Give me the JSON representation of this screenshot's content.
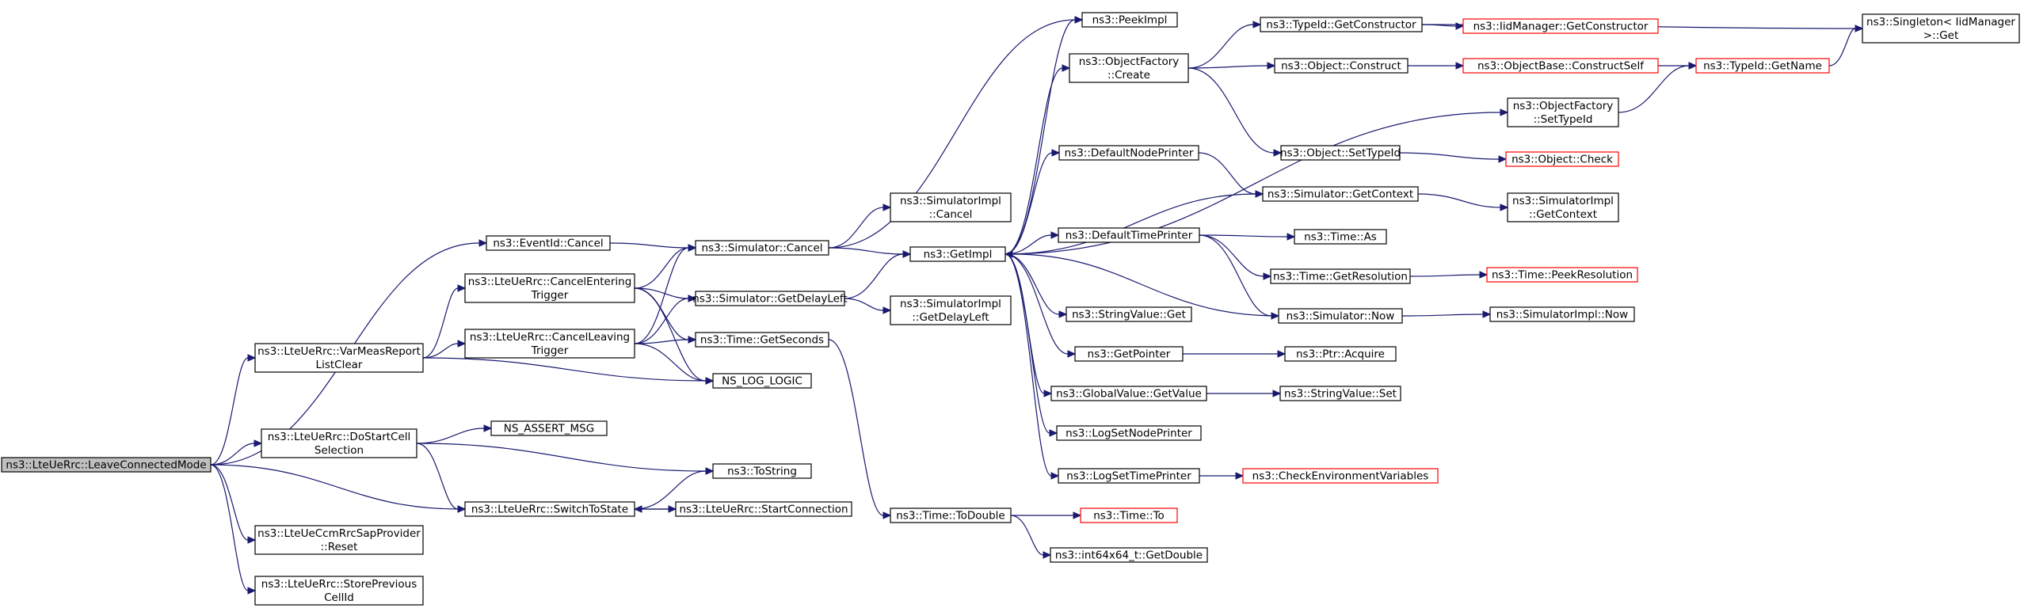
{
  "colors": {
    "edge": "#191970",
    "node_border": "#000000",
    "node_border_truncated": "#ff0000",
    "root_fill": "#bfbfbf",
    "node_fill": "#ffffff"
  },
  "nodes": [
    {
      "id": "root",
      "lines": [
        "ns3::LteUeRrc::LeaveConnectedMode"
      ],
      "root": true
    },
    {
      "id": "evcancel",
      "lines": [
        "ns3::EventId::Cancel"
      ]
    },
    {
      "id": "cancelEntering",
      "lines": [
        "ns3::LteUeRrc::CancelEntering",
        "Trigger"
      ]
    },
    {
      "id": "varMeas",
      "lines": [
        "ns3::LteUeRrc::VarMeasReport",
        "ListClear"
      ]
    },
    {
      "id": "cancelLeaving",
      "lines": [
        "ns3::LteUeRrc::CancelLeaving",
        "Trigger"
      ]
    },
    {
      "id": "doStart",
      "lines": [
        "ns3::LteUeRrc::DoStartCell",
        "Selection"
      ]
    },
    {
      "id": "switchTo",
      "lines": [
        "ns3::LteUeRrc::SwitchToState"
      ]
    },
    {
      "id": "ccmReset",
      "lines": [
        "ns3::LteUeCcmRrcSapProvider",
        "::Reset"
      ]
    },
    {
      "id": "storePrev",
      "lines": [
        "ns3::LteUeRrc::StorePrevious",
        "CellId"
      ]
    },
    {
      "id": "simCancel",
      "lines": [
        "ns3::Simulator::Cancel"
      ]
    },
    {
      "id": "simDelay",
      "lines": [
        "ns3::Simulator::GetDelayLeft"
      ]
    },
    {
      "id": "getSeconds",
      "lines": [
        "ns3::Time::GetSeconds"
      ]
    },
    {
      "id": "nslog",
      "lines": [
        "NS_LOG_LOGIC"
      ]
    },
    {
      "id": "nsassert",
      "lines": [
        "NS_ASSERT_MSG"
      ]
    },
    {
      "id": "tostring",
      "lines": [
        "ns3::ToString"
      ]
    },
    {
      "id": "startConn",
      "lines": [
        "ns3::LteUeRrc::StartConnection"
      ]
    },
    {
      "id": "toDouble",
      "lines": [
        "ns3::Time::ToDouble"
      ]
    },
    {
      "id": "peekImpl",
      "lines": [
        "ns3::PeekImpl"
      ]
    },
    {
      "id": "objFactCreate",
      "lines": [
        "ns3::ObjectFactory",
        "::Create"
      ]
    },
    {
      "id": "simImplCancel",
      "lines": [
        "ns3::SimulatorImpl",
        "::Cancel"
      ]
    },
    {
      "id": "getImpl",
      "lines": [
        "ns3::GetImpl"
      ]
    },
    {
      "id": "simImplDelay",
      "lines": [
        "ns3::SimulatorImpl",
        "::GetDelayLeft"
      ]
    },
    {
      "id": "defNodePrinter",
      "lines": [
        "ns3::DefaultNodePrinter"
      ]
    },
    {
      "id": "defTimePrinter",
      "lines": [
        "ns3::DefaultTimePrinter"
      ]
    },
    {
      "id": "strValGet",
      "lines": [
        "ns3::StringValue::Get"
      ]
    },
    {
      "id": "getPointer",
      "lines": [
        "ns3::GetPointer"
      ]
    },
    {
      "id": "globalVal",
      "lines": [
        "ns3::GlobalValue::GetValue"
      ]
    },
    {
      "id": "logNode",
      "lines": [
        "ns3::LogSetNodePrinter"
      ]
    },
    {
      "id": "logTime",
      "lines": [
        "ns3::LogSetTimePrinter"
      ]
    },
    {
      "id": "timeTo",
      "lines": [
        "ns3::Time::To"
      ],
      "truncated": true
    },
    {
      "id": "int64",
      "lines": [
        "ns3::int64x64_t::GetDouble"
      ]
    },
    {
      "id": "typeidCtor",
      "lines": [
        "ns3::TypeId::GetConstructor"
      ]
    },
    {
      "id": "objConstruct",
      "lines": [
        "ns3::Object::Construct"
      ]
    },
    {
      "id": "objFactSet",
      "lines": [
        "ns3::ObjectFactory",
        "::SetTypeId"
      ]
    },
    {
      "id": "objSetTypeId",
      "lines": [
        "ns3::Object::SetTypeId"
      ]
    },
    {
      "id": "simGetCtx",
      "lines": [
        "ns3::Simulator::GetContext"
      ]
    },
    {
      "id": "timeGetRes",
      "lines": [
        "ns3::Time::GetResolution"
      ]
    },
    {
      "id": "timeAs",
      "lines": [
        "ns3::Time::As"
      ]
    },
    {
      "id": "simNow",
      "lines": [
        "ns3::Simulator::Now"
      ]
    },
    {
      "id": "ptrAcquire",
      "lines": [
        "ns3::Ptr::Acquire"
      ]
    },
    {
      "id": "strValSet",
      "lines": [
        "ns3::StringValue::Set"
      ]
    },
    {
      "id": "checkEnv",
      "lines": [
        "ns3::CheckEnvironmentVariables"
      ],
      "truncated": true
    },
    {
      "id": "iidMgrCtor",
      "lines": [
        "ns3::IidManager::GetConstructor"
      ],
      "truncated": true
    },
    {
      "id": "objBaseCS",
      "lines": [
        "ns3::ObjectBase::ConstructSelf"
      ],
      "truncated": true
    },
    {
      "id": "objCheck",
      "lines": [
        "ns3::Object::Check"
      ],
      "truncated": true
    },
    {
      "id": "simImplCtx",
      "lines": [
        "ns3::SimulatorImpl",
        "::GetContext"
      ]
    },
    {
      "id": "peekRes",
      "lines": [
        "ns3::Time::PeekResolution"
      ],
      "truncated": true
    },
    {
      "id": "simImplNow",
      "lines": [
        "ns3::SimulatorImpl::Now"
      ]
    },
    {
      "id": "typeidName",
      "lines": [
        "ns3::TypeId::GetName"
      ],
      "truncated": true
    },
    {
      "id": "singleton",
      "lines": [
        "ns3::Singleton< IidManager",
        ">::Get"
      ]
    }
  ]
}
